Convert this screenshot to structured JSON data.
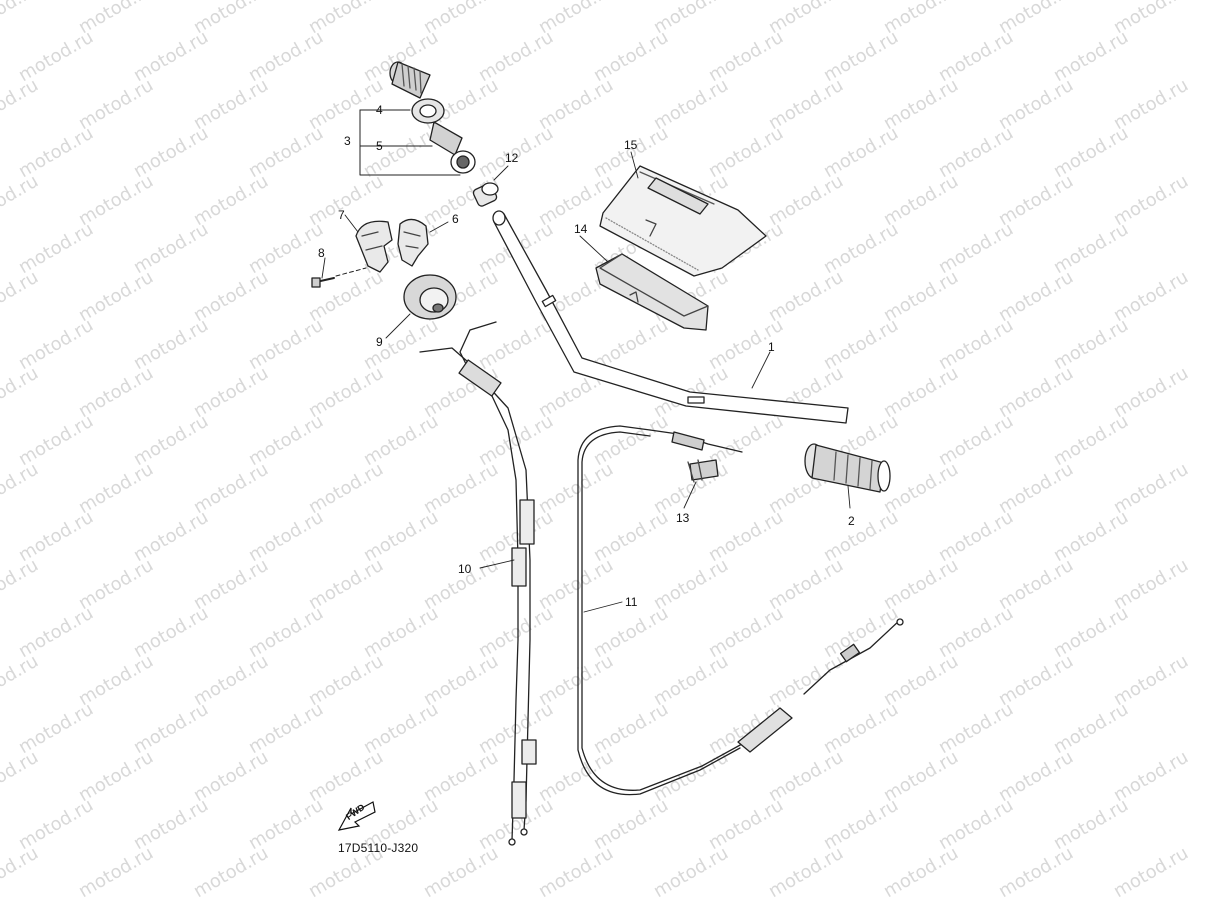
{
  "watermark": "motod.ru",
  "diagram_code": "17D5110-J320",
  "fwd_label": "FWD",
  "callouts": {
    "c1": "1",
    "c2": "2",
    "c3": "3",
    "c4": "4",
    "c5": "5",
    "c6": "6",
    "c7": "7",
    "c8": "8",
    "c9": "9",
    "c10": "10",
    "c11": "11",
    "c12": "12",
    "c13": "13",
    "c14": "14",
    "c15": "15"
  }
}
